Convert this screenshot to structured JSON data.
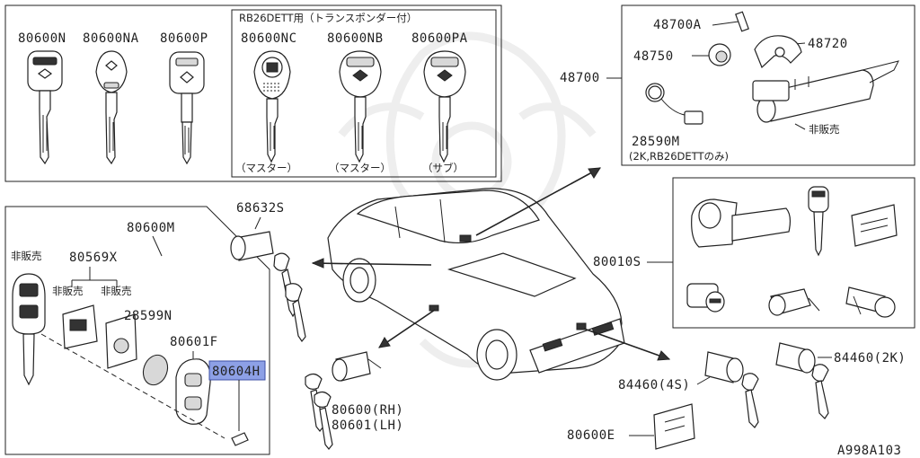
{
  "header_rb26": "RB26DETT用（トランスポンダー付）",
  "keys": [
    {
      "code": "80600N"
    },
    {
      "code": "80600NA"
    },
    {
      "code": "80600P"
    },
    {
      "code": "80600NC",
      "note": "（マスター）"
    },
    {
      "code": "80600NB",
      "note": "（マスター）"
    },
    {
      "code": "80600PA",
      "note": "（サブ）"
    }
  ],
  "labels": {
    "p48700A": "48700A",
    "p48720": "48720",
    "p48750": "48750",
    "p48700": "48700",
    "p28590M": "28590M",
    "p28590M_note": "(2K,RB26DETTのみ)",
    "not_for_sale": "非販売",
    "p68632S": "68632S",
    "p80600M": "80600M",
    "p80569X": "80569X",
    "p28599N": "28599N",
    "p80601F": "80601F",
    "p80604H": "80604H",
    "p80010S": "80010S",
    "p80600RH": "80600(RH)",
    "p80601LH": "80601(LH)",
    "p84460_4S": "84460(4S)",
    "p84460_2K": "84460(2K)",
    "p80600E": "80600E",
    "diagram_id": "A998A103"
  },
  "colors": {
    "highlight": "#8da0e6",
    "ink": "#222222"
  }
}
